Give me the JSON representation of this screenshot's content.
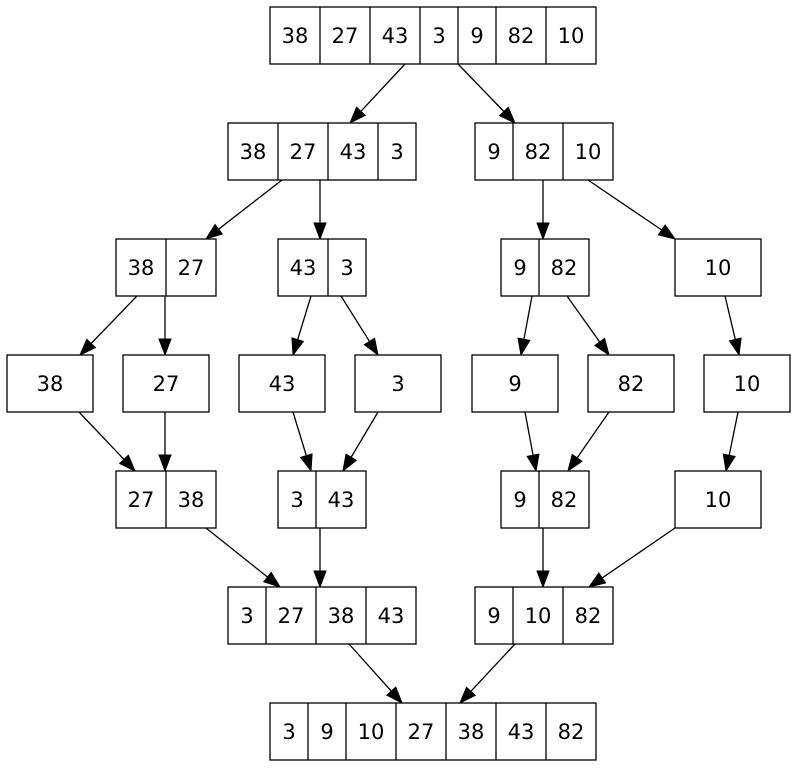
{
  "nodes": [
    {
      "id": "n0",
      "cells": [
        "38",
        "27",
        "43",
        "3",
        "9",
        "82",
        "10"
      ]
    },
    {
      "id": "n1",
      "cells": [
        "38",
        "27",
        "43",
        "3"
      ]
    },
    {
      "id": "n2",
      "cells": [
        "9",
        "82",
        "10"
      ]
    },
    {
      "id": "n3",
      "cells": [
        "38",
        "27"
      ]
    },
    {
      "id": "n4",
      "cells": [
        "43",
        "3"
      ]
    },
    {
      "id": "n5",
      "cells": [
        "9",
        "82"
      ]
    },
    {
      "id": "n6",
      "cells": [
        "10"
      ]
    },
    {
      "id": "n7",
      "cells": [
        "38"
      ]
    },
    {
      "id": "n8",
      "cells": [
        "27"
      ]
    },
    {
      "id": "n9",
      "cells": [
        "43"
      ]
    },
    {
      "id": "n10",
      "cells": [
        "3"
      ]
    },
    {
      "id": "n11",
      "cells": [
        "9"
      ]
    },
    {
      "id": "n12",
      "cells": [
        "82"
      ]
    },
    {
      "id": "n13",
      "cells": [
        "10"
      ]
    },
    {
      "id": "n14",
      "cells": [
        "27",
        "38"
      ]
    },
    {
      "id": "n15",
      "cells": [
        "3",
        "43"
      ]
    },
    {
      "id": "n16",
      "cells": [
        "9",
        "82"
      ]
    },
    {
      "id": "n17",
      "cells": [
        "10"
      ]
    },
    {
      "id": "n18",
      "cells": [
        "3",
        "27",
        "38",
        "43"
      ]
    },
    {
      "id": "n19",
      "cells": [
        "9",
        "10",
        "82"
      ]
    },
    {
      "id": "n20",
      "cells": [
        "3",
        "9",
        "10",
        "27",
        "38",
        "43",
        "82"
      ]
    }
  ],
  "edges": [
    [
      "n0",
      "n1"
    ],
    [
      "n0",
      "n2"
    ],
    [
      "n1",
      "n3"
    ],
    [
      "n1",
      "n4"
    ],
    [
      "n2",
      "n5"
    ],
    [
      "n2",
      "n6"
    ],
    [
      "n3",
      "n7"
    ],
    [
      "n3",
      "n8"
    ],
    [
      "n4",
      "n9"
    ],
    [
      "n4",
      "n10"
    ],
    [
      "n5",
      "n11"
    ],
    [
      "n5",
      "n12"
    ],
    [
      "n6",
      "n13"
    ],
    [
      "n7",
      "n14"
    ],
    [
      "n8",
      "n14"
    ],
    [
      "n9",
      "n15"
    ],
    [
      "n10",
      "n15"
    ],
    [
      "n11",
      "n16"
    ],
    [
      "n12",
      "n16"
    ],
    [
      "n13",
      "n17"
    ],
    [
      "n14",
      "n18"
    ],
    [
      "n15",
      "n18"
    ],
    [
      "n16",
      "n19"
    ],
    [
      "n17",
      "n19"
    ],
    [
      "n18",
      "n20"
    ],
    [
      "n19",
      "n20"
    ]
  ],
  "colors": {
    "stroke": "#000000",
    "fill": "#ffffff",
    "text": "#000000"
  }
}
